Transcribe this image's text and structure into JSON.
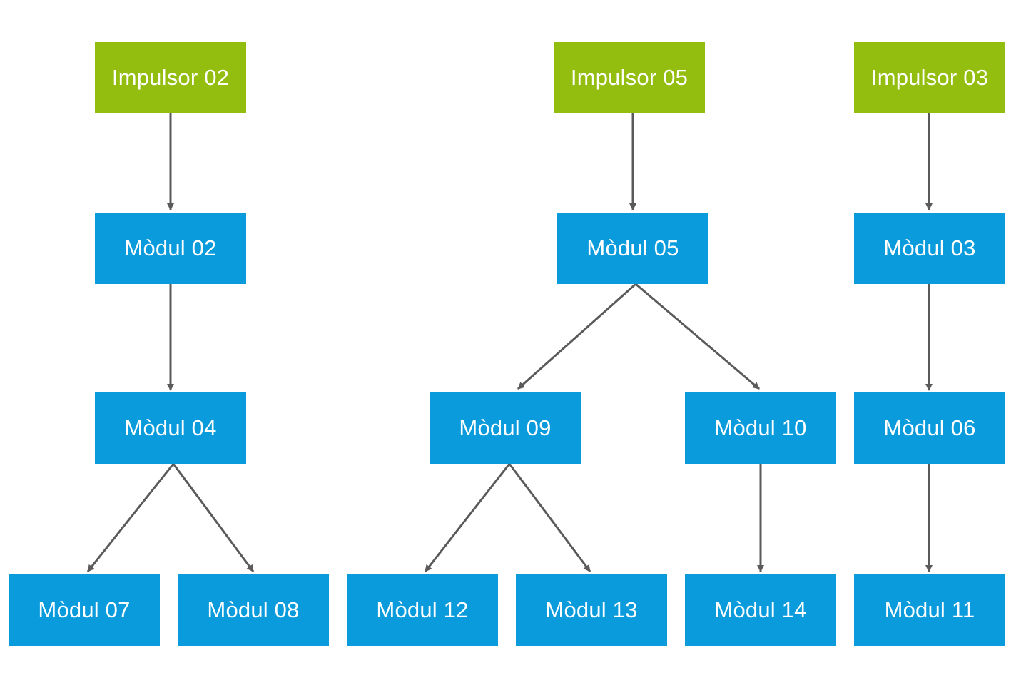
{
  "colors": {
    "impulsor": "#93be0f",
    "modul": "#0a9bdc",
    "arrow": "#5a5a5a"
  },
  "nodes": {
    "imp02": "Impulsor 02",
    "imp05": "Impulsor 05",
    "imp03": "Impulsor 03",
    "m02": "Mòdul 02",
    "m05": "Mòdul 05",
    "m03": "Mòdul 03",
    "m04": "Mòdul 04",
    "m09": "Mòdul 09",
    "m10": "Mòdul 10",
    "m06": "Mòdul 06",
    "m07": "Mòdul 07",
    "m08": "Mòdul 08",
    "m12": "Mòdul 12",
    "m13": "Mòdul 13",
    "m14": "Mòdul 14",
    "m11": "Mòdul 11"
  },
  "edges": [
    [
      "imp02",
      "m02"
    ],
    [
      "m02",
      "m04"
    ],
    [
      "m04",
      "m07"
    ],
    [
      "m04",
      "m08"
    ],
    [
      "imp05",
      "m05"
    ],
    [
      "m05",
      "m09"
    ],
    [
      "m05",
      "m10"
    ],
    [
      "m09",
      "m12"
    ],
    [
      "m09",
      "m13"
    ],
    [
      "m10",
      "m14"
    ],
    [
      "imp03",
      "m03"
    ],
    [
      "m03",
      "m06"
    ],
    [
      "m06",
      "m11"
    ]
  ]
}
